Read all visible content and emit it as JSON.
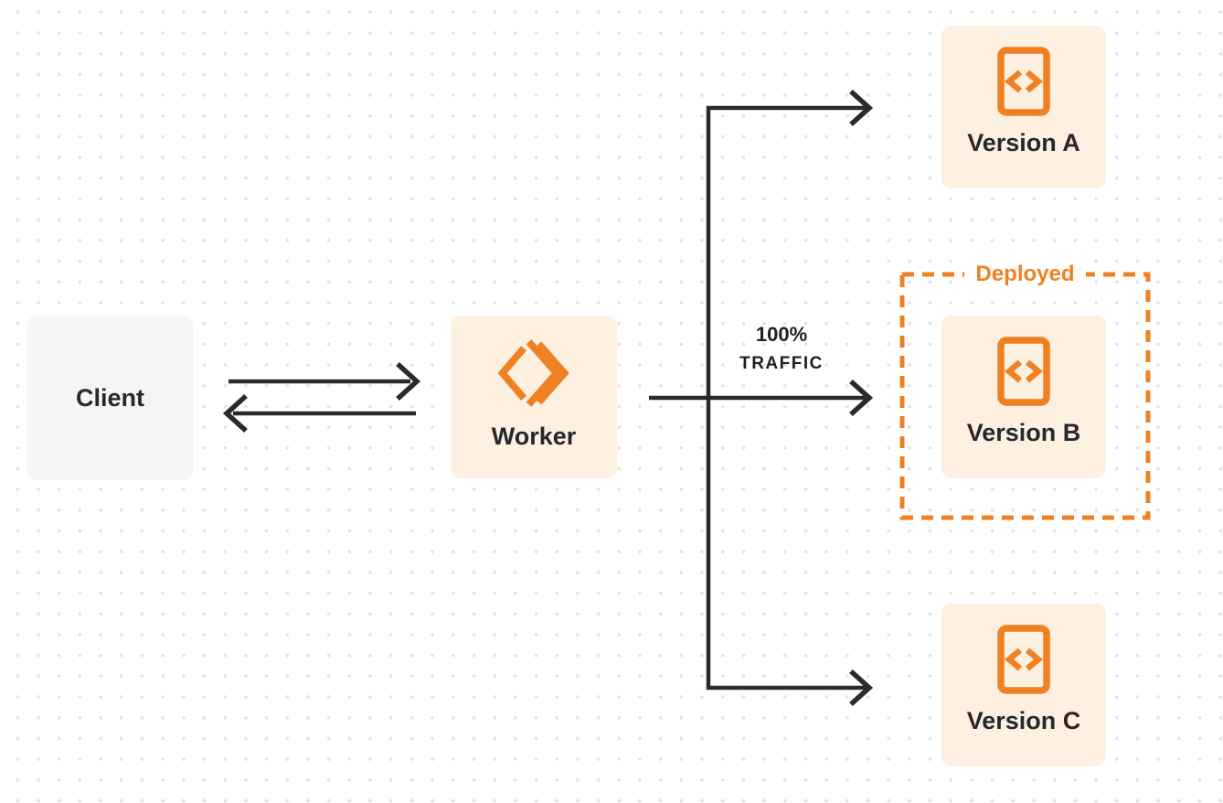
{
  "colors": {
    "accent_orange": "#ef8123",
    "node_fill_peach": "#fdf0e1",
    "node_fill_gray": "#f5f5f6",
    "ink": "#26282b",
    "dot_grid": "#e1e1e4",
    "background": "#ffffff"
  },
  "nodes": {
    "client": {
      "label": "Client"
    },
    "worker": {
      "label": "Worker",
      "icon": "cloudflare-workers-icon"
    },
    "version_a": {
      "label": "Version A",
      "icon": "code-file-icon"
    },
    "version_b": {
      "label": "Version B",
      "icon": "code-file-icon"
    },
    "version_c": {
      "label": "Version C",
      "icon": "code-file-icon"
    }
  },
  "deployed_box": {
    "label": "Deployed"
  },
  "traffic_label": {
    "line1": "100%",
    "line2": "TRAFFIC"
  },
  "connections": {
    "client_to_worker": "request arrow right",
    "worker_to_client": "response arrow left",
    "worker_to_version_a": "branch arrow",
    "worker_to_version_b": "100% traffic arrow",
    "worker_to_version_c": "branch arrow"
  }
}
